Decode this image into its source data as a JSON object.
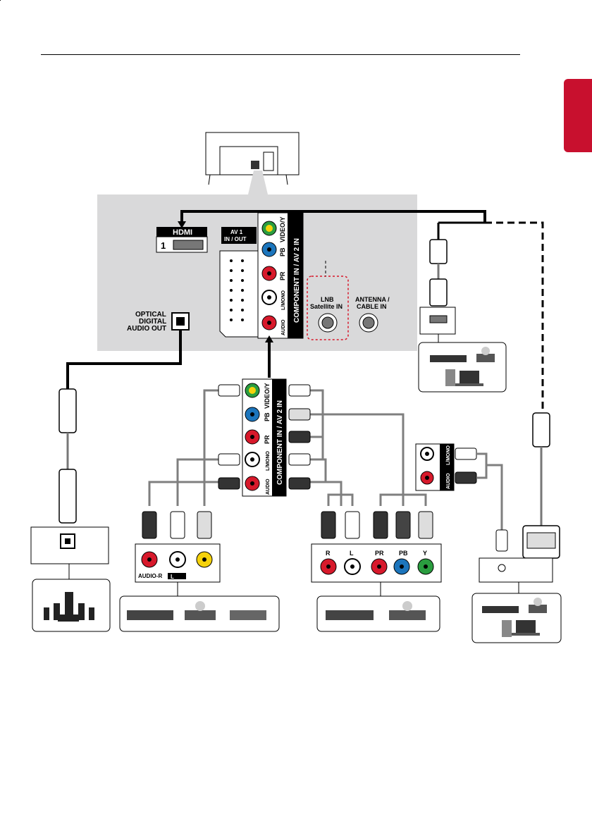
{
  "panel": {
    "hdmi_logo": "HDMI",
    "hdmi_port_number": "1",
    "av1_label_line1": "AV 1",
    "av1_label_line2": "IN / OUT",
    "optical_line1": "OPTICAL",
    "optical_line2": "DIGITAL",
    "optical_line3": "AUDIO OUT",
    "component_title": "COMPONENT IN / AV 2 IN",
    "video_y": "VIDEO/Y",
    "pb": "PB",
    "pr": "PR",
    "mono": "L/MONO",
    "audio": "AUDIO",
    "lnb_line1": "LNB",
    "lnb_line2": "Satellite IN",
    "antenna_line1": "ANTENNA /",
    "antenna_line2": "CABLE IN"
  },
  "middle_jack": {
    "component_title": "COMPONENT IN / AV 2 IN",
    "video_y": "VIDEO/Y",
    "pb": "PB",
    "pr": "PR",
    "mono": "L/MONO",
    "audio": "AUDIO"
  },
  "right_audio_jack": {
    "mono": "L/MONO",
    "audio": "AUDIO"
  },
  "av_device_panel": {
    "audio_r": "AUDIO-R",
    "audio_l": "L"
  },
  "component_device_panel": {
    "r": "R",
    "l": "L",
    "pr": "PR",
    "pb": "PB",
    "y": "Y"
  },
  "colors": {
    "panel_bg": "#d9d9da",
    "lang_tab": "#c8102e",
    "jack_green": "#2a9d3f",
    "jack_blue": "#1c75bc",
    "jack_red": "#d7192b",
    "jack_yellow": "#f5d20b",
    "cable_gray": "#7f7f7f",
    "lnb_dash": "#d7192b"
  },
  "icons": [
    "speaker-system-icon",
    "dvd-player-icon",
    "disc-player-icon",
    "vcr-icon",
    "computer-icon",
    "laptop-icon",
    "hdmi-plug-icon",
    "optical-plug-icon",
    "rca-plug-icon",
    "dvi-plug-icon",
    "stereo-mini-plug-icon"
  ]
}
